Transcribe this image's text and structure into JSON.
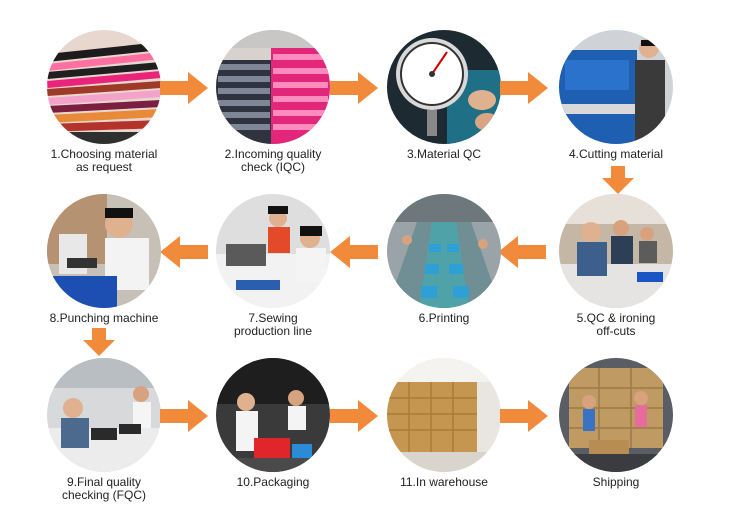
{
  "steps": [
    {
      "caption": "1.Choosing material\nas request",
      "icon": "fabric-rolls-photo"
    },
    {
      "caption": "2.Incoming quality\ncheck (IQC)",
      "icon": "fabric-stacks-photo"
    },
    {
      "caption": "3.Material QC",
      "icon": "thickness-gauge-photo"
    },
    {
      "caption": "4.Cutting material",
      "icon": "cutting-press-photo"
    },
    {
      "caption": "5.QC & ironing\noff-cuts",
      "icon": "workshop-photo"
    },
    {
      "caption": "6.Printing",
      "icon": "printing-line-photo"
    },
    {
      "caption": "7.Sewing\nproduction line",
      "icon": "sewing-line-photo"
    },
    {
      "caption": "8.Punching machine",
      "icon": "punching-machine-photo"
    },
    {
      "caption": "9.Final quality\nchecking (FQC)",
      "icon": "inspection-photo"
    },
    {
      "caption": "10.Packaging",
      "icon": "packaging-photo"
    },
    {
      "caption": "11.In warehouse",
      "icon": "warehouse-photo"
    },
    {
      "caption": "Shipping",
      "icon": "shipping-container-photo"
    }
  ],
  "colors": {
    "arrow": "#f28a3c"
  }
}
